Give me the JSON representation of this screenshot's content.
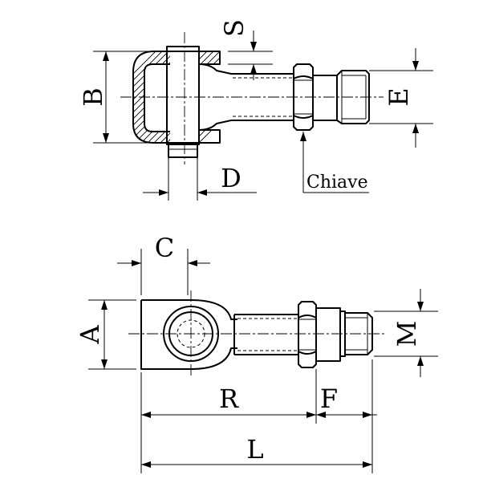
{
  "labels": {
    "S": "S",
    "B": "B",
    "E": "E",
    "D": "D",
    "chiave": "Chiave",
    "C": "C",
    "A": "A",
    "M": "M",
    "R": "R",
    "F": "F",
    "L": "L"
  }
}
